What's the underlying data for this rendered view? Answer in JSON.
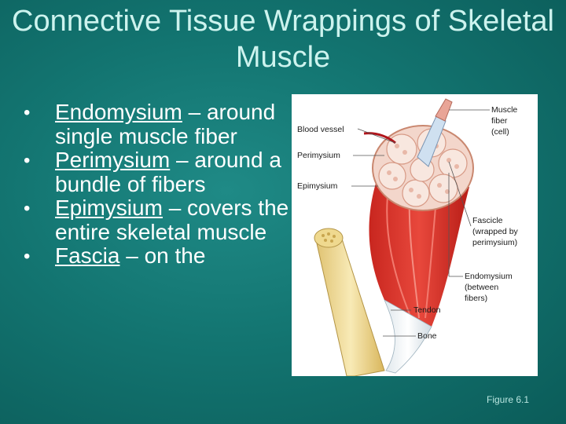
{
  "slide": {
    "title": "Connective Tissue Wrappings of Skeletal Muscle",
    "bullets": [
      {
        "term": "Endomysium",
        "text": " – around single muscle fiber"
      },
      {
        "term": "Perimysium",
        "text": " – around a bundle of fibers"
      },
      {
        "term": "Epimysium",
        "text": " – covers the entire skeletal muscle"
      },
      {
        "term": "Fascia",
        "text": " – on the"
      }
    ],
    "caption": "Figure 6.1"
  },
  "figure": {
    "labels": {
      "blood_vessel": "Blood vessel",
      "perimysium": "Perimysium",
      "epimysium": "Epimysium",
      "muscle_fiber": [
        "Muscle",
        "fiber",
        "(cell)"
      ],
      "fascicle": [
        "Fascicle",
        "(wrapped by",
        "perimysium)"
      ],
      "endomysium": [
        "Endomysium",
        "(between",
        "fibers)"
      ],
      "tendon": "Tendon",
      "bone": "Bone"
    }
  }
}
